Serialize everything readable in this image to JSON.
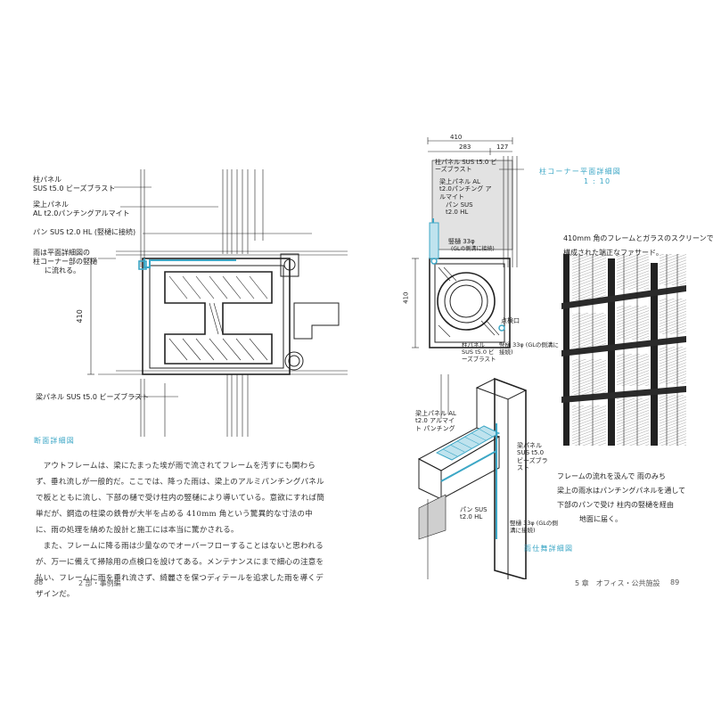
{
  "left_page": {
    "drawing_labels": {
      "column_panel": "柱パネル",
      "column_panel_spec": "SUS t5.0 ビーズブラスト",
      "beam_top_panel": "梁上パネル",
      "beam_top_panel_spec": "AL t2.0パンチングアルマイト",
      "pan_spec": "パン SUS t2.0 HL (竪樋に接続)",
      "note_line1": "雨は平面詳細図の",
      "note_line2": "柱コーナー部の竪樋",
      "note_line3": "に流れる。",
      "beam_bottom_panel": "梁パネル SUS t5.0 ビーズブラスト",
      "dimension": "410"
    },
    "caption": "断面詳細図",
    "body_paragraph_1": "アウトフレームは、梁にたまった埃が雨で流されてフレームを汚すにも関わらず、垂れ流しが一般的だ。ここでは、降った雨は、梁上のアルミパンチングパネルで板とともに流し、下部の樋で受け柱内の竪樋により導いている。意欲にすれば簡単だが、鋼造の柱梁の鉄骨が大半を占める 410mm 角という驚異的な寸法の中に、雨の処理を納めた設計と施工には本当に驚かされる。",
    "body_paragraph_2": "また、フレームに降る雨は少量なのでオーバーフローすることはないと思われるが、万一に備えて掃除用の点検口を設けてある。メンテナンスにまで細心の注意を払い、フレームに雨を垂れ流さず、綺麗さを保つディテールを追求した雨を導くデザインだ。",
    "footer_page_number": "88",
    "footer_section": "2 部・事例編"
  },
  "right_page": {
    "plan_dims": {
      "total": "410",
      "left": "283",
      "right": "127",
      "vertical": "410"
    },
    "plan_labels": {
      "column_panel": "柱パネル SUS t5.0 ビーズブラスト",
      "beam_top_panel": "梁上パネル AL t2.0パンチング アルマイト",
      "pan": "パン SUS t2.0 HL",
      "downpipe": "竪樋 33φ",
      "downpipe_note": "(GLの側溝に接続)",
      "column_panel_bottom": "柱パネル SUS t5.0 ビーズブラスト",
      "downpipe_bottom": "竪樋 33φ (GLの側溝に接続)",
      "inspection": "点検口"
    },
    "plan_caption": "柱コーナー平面詳細図",
    "plan_scale": "1 : 10",
    "photo_caption_line1": "410mm 角のフレームとガラスのスクリーンで",
    "photo_caption_line2": "構成された端正なファサード。",
    "iso_labels": {
      "beam_top_panel": "梁上パネル AL t2.0 アルマイト パンチング",
      "beam_panel": "梁パネル SUS t5.0 ビーズブラスト",
      "pan": "パン SUS t2.0 HL",
      "downpipe": "竪樋 33φ (GLの側溝に接続)"
    },
    "iso_note_line1": "フレームの流れを汲んで 雨のみち",
    "iso_note_line2": "梁上の雨水はパンチングパネルを通して",
    "iso_note_line3": "下部のパンで受け 柱内の竪樋を経由",
    "iso_note_line4": "地面に届く。",
    "iso_caption": "雨仕舞詳細図",
    "footer_page_number": "89",
    "footer_section": "5 章　オフィス・公共施設"
  },
  "colors": {
    "accent": "#3ca7c6",
    "ink": "#222222",
    "paper": "#ffffff"
  }
}
